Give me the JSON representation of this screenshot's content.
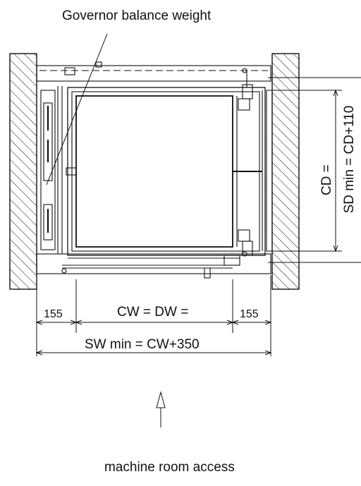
{
  "labels": {
    "governor": "Governor balance weight",
    "cw_dw": "CW = DW =",
    "left_clearance": "155",
    "right_clearance": "155",
    "sw_min": "SW min = CW+350",
    "cd": "CD =",
    "sd_min": "SD min = CD+110",
    "access": "machine room access"
  },
  "colors": {
    "line": "#111111",
    "background": "#ffffff"
  }
}
